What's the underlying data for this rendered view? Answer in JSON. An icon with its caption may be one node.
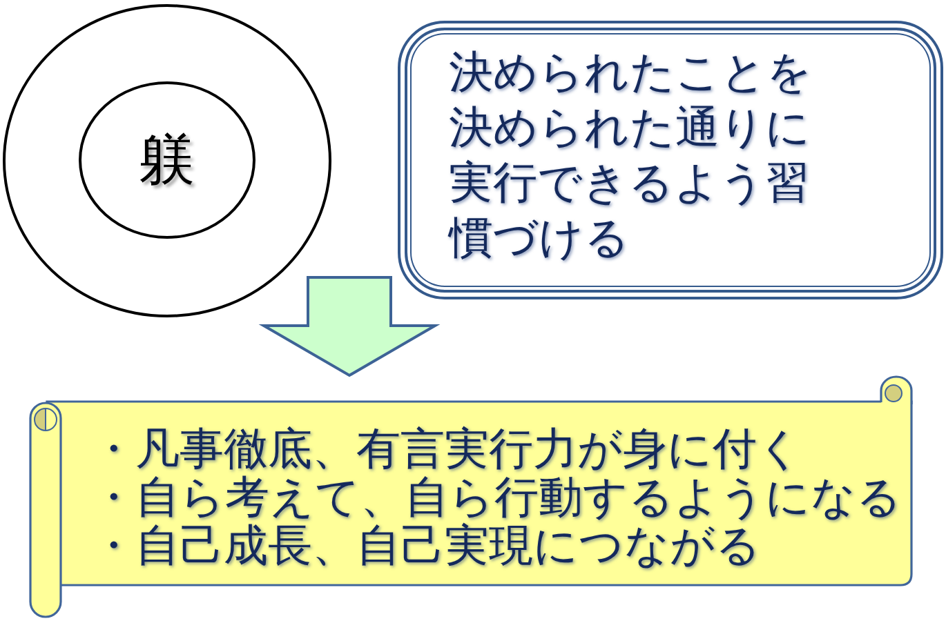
{
  "diagram": {
    "nodes": [
      {
        "text": [],
        "shape": "circle"
      },
      {
        "text": [
          "躾"
        ],
        "in": 0
      },
      {
        "text": [
          "決められたことを決められた通りに実行できるよう習慣づける"
        ]
      },
      {
        "text": [
          "・凡事徹底、有言実行力が身に付く",
          "・自ら考えて、自ら行動するようになる",
          "・自己成長、自己実現につながる"
        ]
      }
    ],
    "edges": [
      {
        "from": null,
        "to": 3,
        "arrow": "to"
      }
    ]
  }
}
